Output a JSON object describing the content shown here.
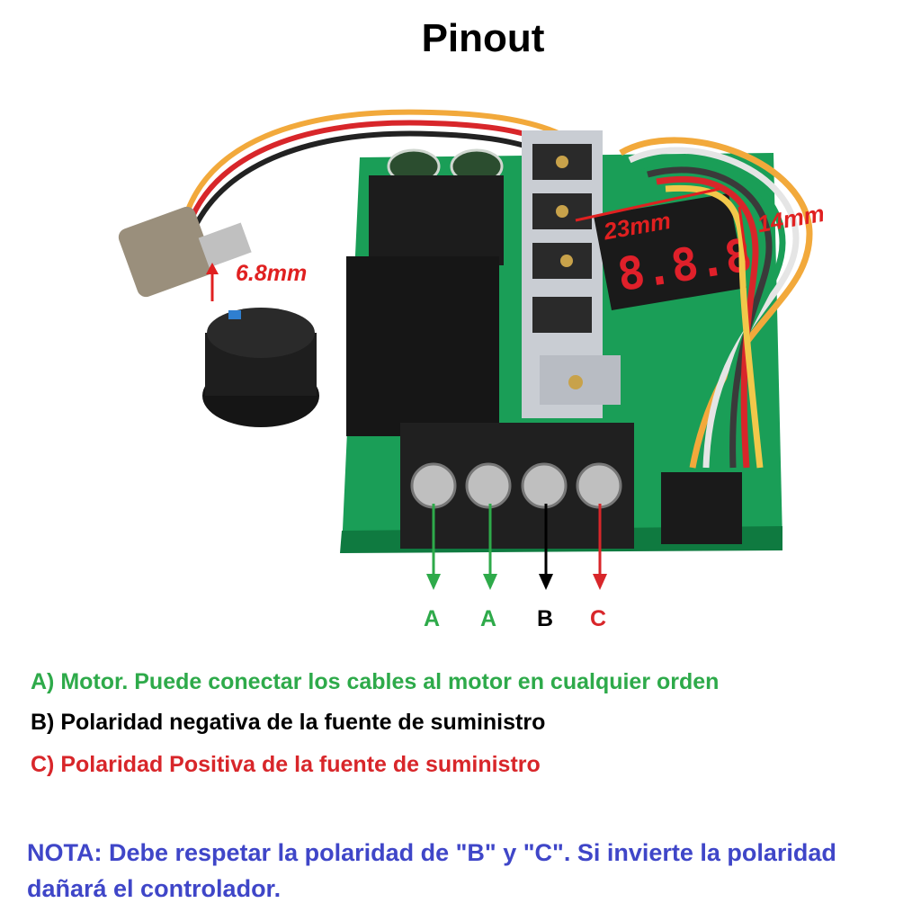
{
  "title": "Pinout",
  "dimensions": {
    "shaft": "6.8mm",
    "display_width": "23mm",
    "display_height": "14mm"
  },
  "display_digits": "8.8.8",
  "pins": [
    "A",
    "A",
    "B",
    "C"
  ],
  "legend": {
    "a": "A) Motor. Puede conectar los cables al motor en cualquier orden",
    "b": "B) Polaridad negativa de la fuente de suministro",
    "c": "C) Polaridad Positiva de la fuente de suministro"
  },
  "note": "NOTA: Debe respetar la polaridad de \"B\" y \"C\". Si invierte la polaridad dañará el controlador.",
  "colors": {
    "a": "#2eaa4a",
    "b": "#000000",
    "c": "#d8262a",
    "note": "#3f46c8",
    "dimension": "#e02020"
  }
}
